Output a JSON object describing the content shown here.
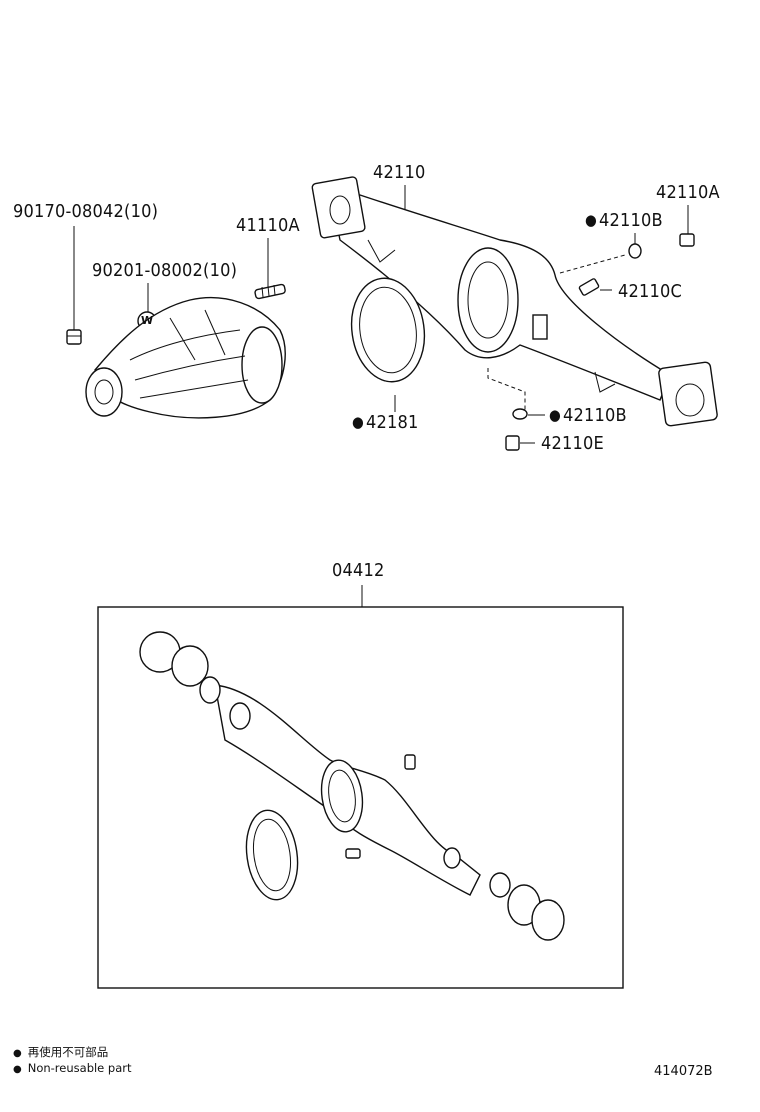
{
  "labels": {
    "p90170": "90170-08042(10)",
    "p90201": "90201-08002(10)",
    "p41110A": "41110A",
    "p42110": "42110",
    "p42110A": "42110A",
    "p42110B_top": "42110B",
    "p42110C": "42110C",
    "p42181": "42181",
    "p42110B_bot": "42110B",
    "p42110E": "42110E",
    "p04412": "04412"
  },
  "washer_marker": "W",
  "legend": {
    "jp": "再使用不可部品",
    "en": "Non-reusable part"
  },
  "diagram_id": "414072B"
}
